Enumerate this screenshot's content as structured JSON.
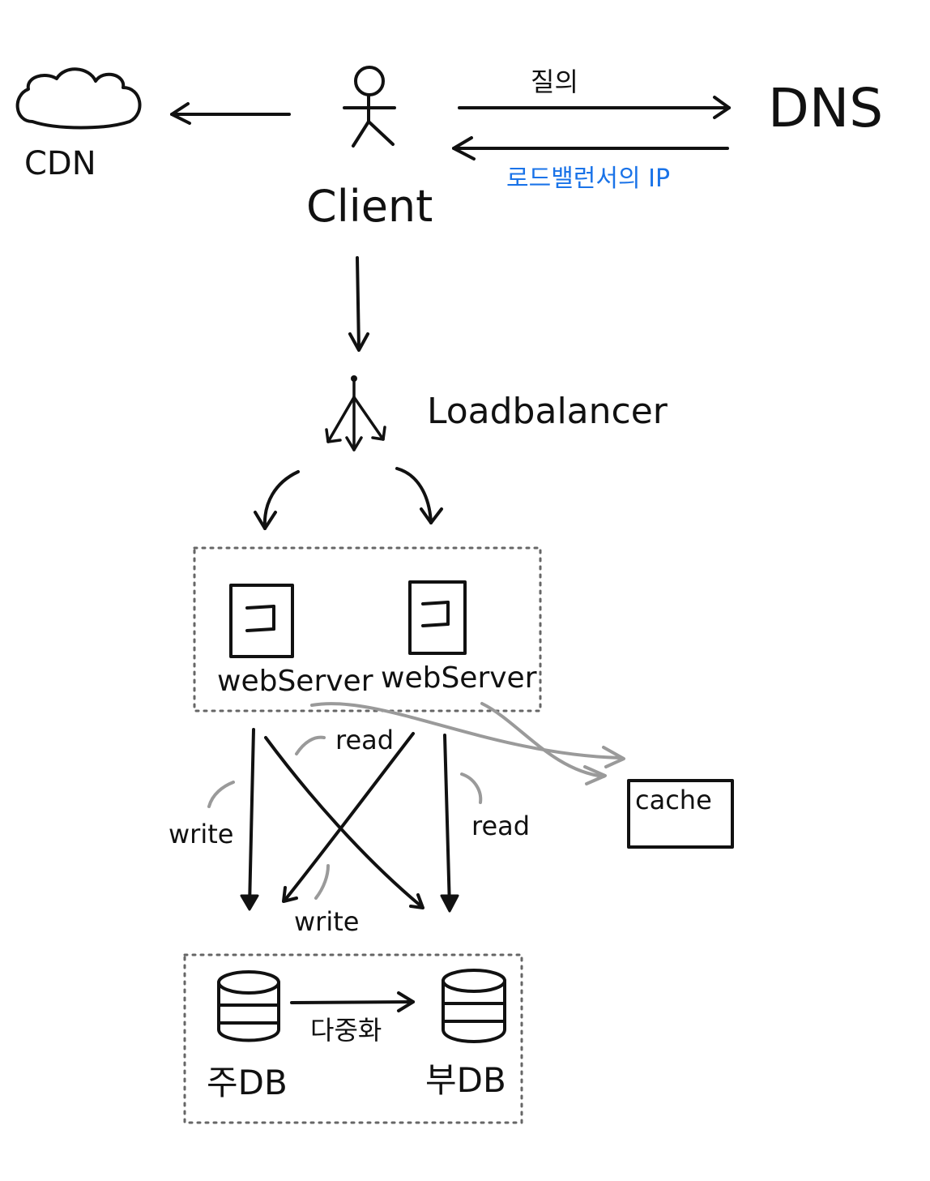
{
  "labels": {
    "cdn": "CDN",
    "client": "Client",
    "dns": "DNS",
    "query": "질의",
    "lb_ip": "로드밸런서의 IP",
    "load_balancer": "Loadbalancer",
    "web_server_1": "webServer",
    "web_server_2": "webServer",
    "cache": "cache",
    "read_1": "read",
    "read_2": "read",
    "write_1": "write",
    "write_2": "write",
    "replication": "다중화",
    "primary_db": "주DB",
    "replica_db": "부DB"
  },
  "colors": {
    "ink": "#111111",
    "accent": "#1a73e8",
    "gray": "#9a9a9a"
  }
}
